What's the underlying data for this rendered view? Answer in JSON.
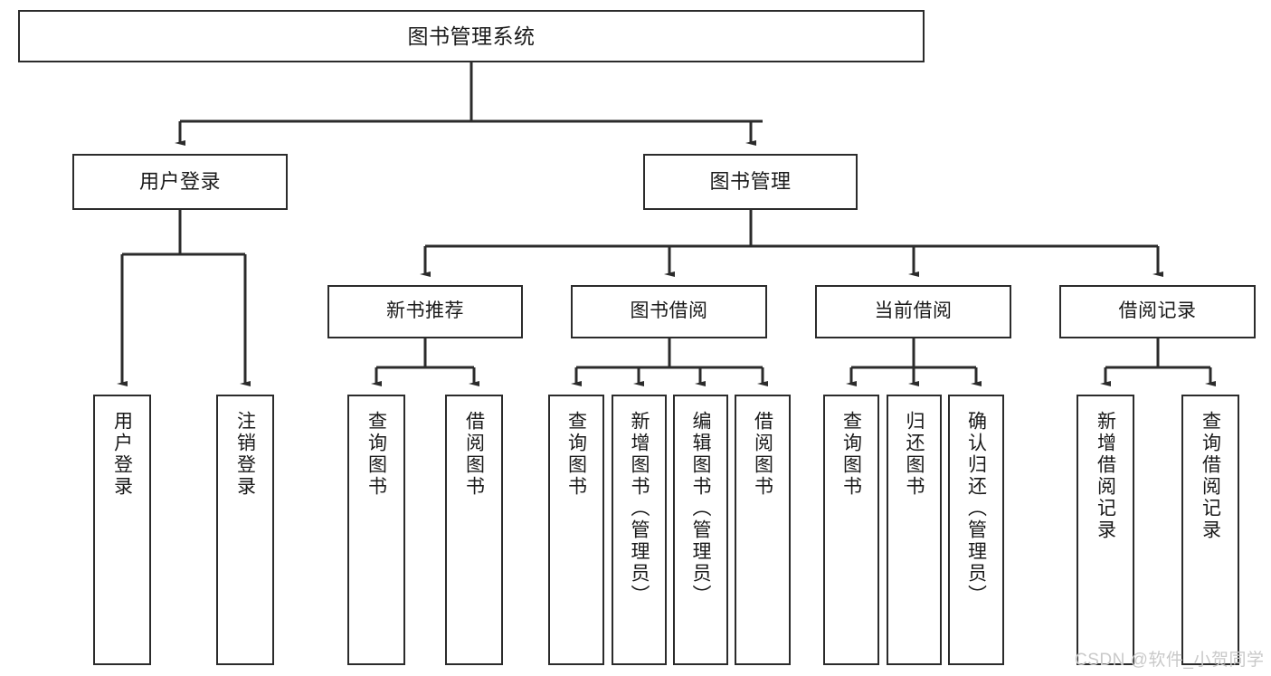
{
  "diagram": {
    "title": "图书管理系统",
    "watermark": "CSDN @软件_小贺同学",
    "stroke_color": "#2b2b2b",
    "text_color": "#1a1a1a",
    "background_color": "#ffffff",
    "watermark_color": "#c9c9c9"
  },
  "nodes": {
    "root": {
      "label": "图书管理系统"
    },
    "level2": [
      {
        "label": "用户登录"
      },
      {
        "label": "图书管理"
      }
    ],
    "level3": [
      {
        "label": "新书推荐"
      },
      {
        "label": "图书借阅"
      },
      {
        "label": "当前借阅"
      },
      {
        "label": "借阅记录"
      }
    ],
    "leaves": {
      "user_login": [
        {
          "label": "用户登录"
        },
        {
          "label": "注销登录"
        }
      ],
      "new_book": [
        {
          "label": "查询图书"
        },
        {
          "label": "借阅图书"
        }
      ],
      "book_borrow": [
        {
          "label": "查询图书"
        },
        {
          "label": "新增图书（管理员）"
        },
        {
          "label": "编辑图书（管理员）"
        },
        {
          "label": "借阅图书"
        }
      ],
      "current_borrow": [
        {
          "label": "查询图书"
        },
        {
          "label": "归还图书"
        },
        {
          "label": "确认归还（管理员）"
        }
      ],
      "borrow_record": [
        {
          "label": "新增借阅记录"
        },
        {
          "label": "查询借阅记录"
        }
      ]
    }
  }
}
